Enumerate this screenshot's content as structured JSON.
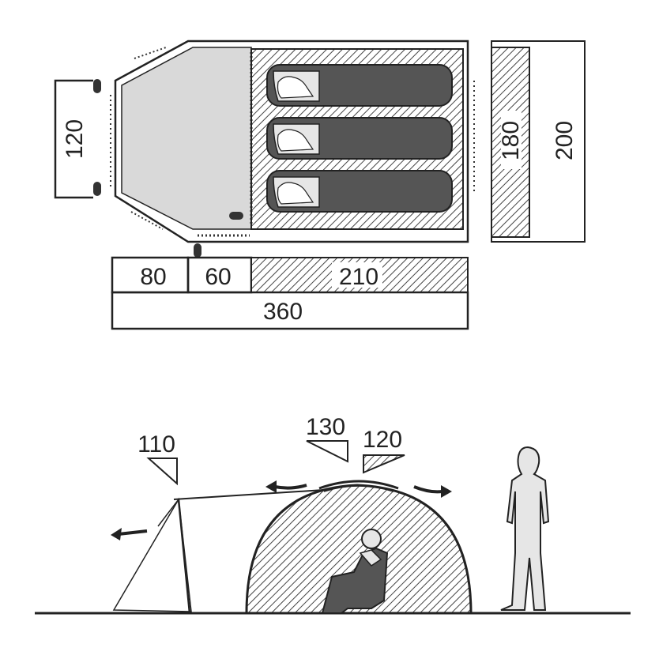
{
  "floor_plan": {
    "dimensions": {
      "awning_width": "120",
      "vestibule_length": "80",
      "porch_length": "60",
      "bedroom_length": "210",
      "total_length": "360",
      "bedroom_width": "180",
      "total_width": "200"
    },
    "sleeping_bags": 3
  },
  "side_view": {
    "heights": {
      "front_pole": "110",
      "dome_peak": "130",
      "inner_tent": "120"
    }
  },
  "colors": {
    "outline": "#222222",
    "fill_light": "#d9d9d9",
    "fill_dark": "#555555",
    "hatch": "#444444",
    "person": "#e6e6e6"
  }
}
